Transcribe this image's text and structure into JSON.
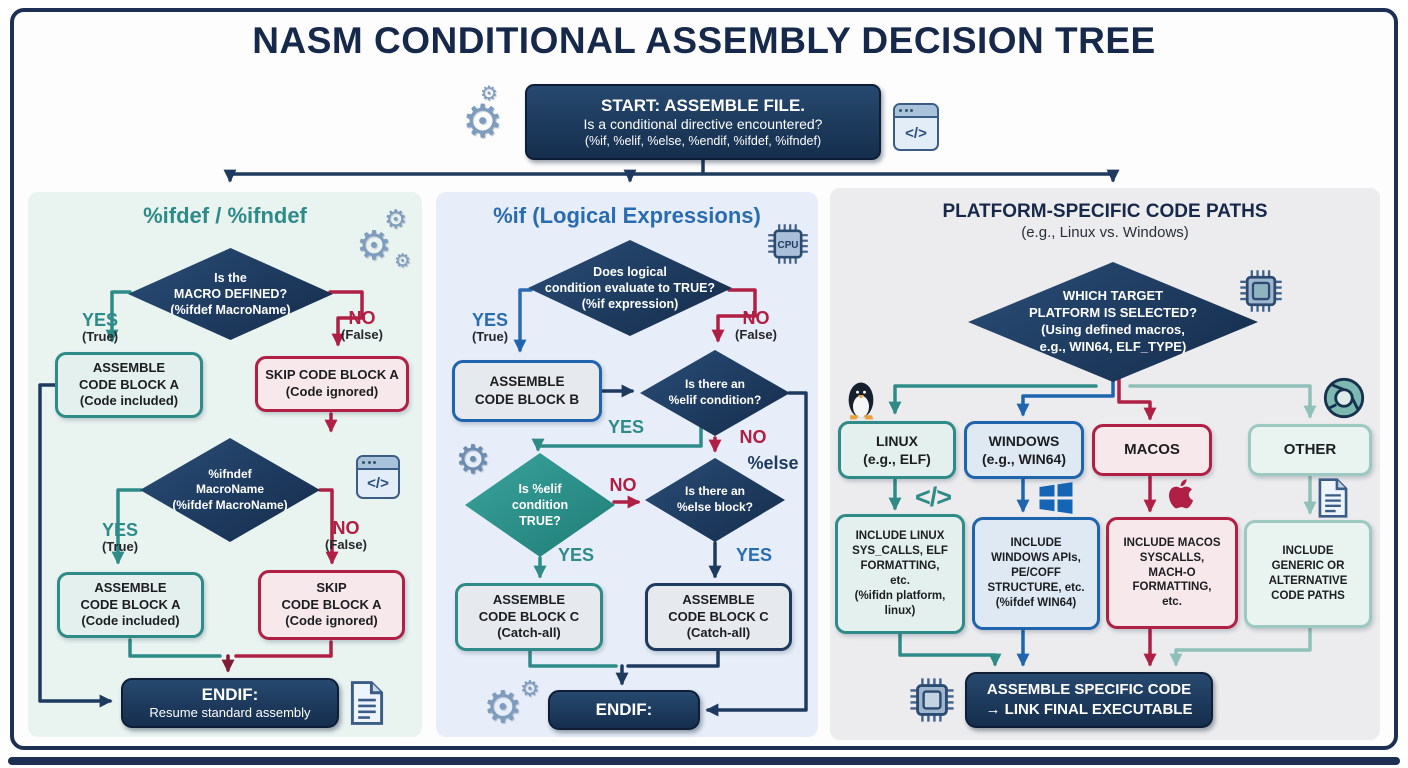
{
  "title": "NASM CONDITIONAL ASSEMBLY DECISION TREE",
  "start": {
    "line1": "START: ASSEMBLE FILE.",
    "line2": "Is a conditional directive encountered?",
    "line3": "(%if, %elif, %else, %endif, %ifdef, %ifndef)"
  },
  "labels": {
    "yes": "YES",
    "no": "NO",
    "true": "(True)",
    "false": "(False)",
    "else": "%else"
  },
  "icons": {
    "gear": "⚙",
    "code": "</>"
  },
  "left": {
    "header": "%ifdef / %ifndef",
    "diamond1": "Is the\nMACRO DEFINED?\n(%ifdef MacroName)",
    "assemble1": "ASSEMBLE\nCODE BLOCK A\n(Code included)",
    "skip1": "SKIP CODE BLOCK A\n(Code ignored)",
    "diamond2": "%ifndef\nMacroName\n(%ifdef MacroName)",
    "assemble2": "ASSEMBLE\nCODE BLOCK A\n(Code included)",
    "skip2": "SKIP\nCODE BLOCK A\n(Code ignored)",
    "endif_title": "ENDIF:",
    "endif_sub": "Resume standard assembly"
  },
  "middle": {
    "header": "%if (Logical Expressions)",
    "diamond1": "Does logical\ncondition evaluate to TRUE?\n(%if expression)",
    "assemble_b": "ASSEMBLE\nCODE BLOCK B",
    "diamond_elif": "Is there an\n%elif condition?",
    "diamond_elif_true": "Is %elif\ncondition\nTRUE?",
    "diamond_else": "Is there an\n%else block?",
    "assemble_c1": "ASSEMBLE\nCODE BLOCK C\n(Catch-all)",
    "assemble_c2": "ASSEMBLE\nCODE BLOCK C\n(Catch-all)",
    "endif_title": "ENDIF:",
    "cpu_label": "CPU"
  },
  "right": {
    "header": "PLATFORM-SPECIFIC CODE PATHS",
    "subheader": "(e.g., Linux vs. Windows)",
    "diamond": "WHICH TARGET\nPLATFORM IS SELECTED?\n(Using defined macros,\ne.g., WIN64, ELF_TYPE)",
    "linux": "LINUX\n(e.g., ELF)",
    "windows": "WINDOWS\n(e.g., WIN64)",
    "macos": "MACOS",
    "other": "OTHER",
    "include_linux": "INCLUDE LINUX\nSYS_CALLS, ELF\nFORMATTING,\netc.\n(%ifidn platform,\nlinux)",
    "include_windows": "INCLUDE\nWINDOWS APIs,\nPE/COFF\nSTRUCTURE, etc.\n(%ifdef WIN64)",
    "include_macos": "INCLUDE MACOS\nSYSCALLS,\nMACH-O\nFORMATTING,\netc.",
    "include_other": "INCLUDE\nGENERIC OR\nALTERNATIVE\nCODE PATHS",
    "final": "ASSEMBLE SPECIFIC CODE\n→ LINK FINAL EXECUTABLE"
  },
  "colors": {
    "navy": "#1e3a5f",
    "teal": "#2e8b87",
    "crimson": "#b01f44",
    "blue": "#2a6cb0",
    "pale_teal": "#93c4bd"
  }
}
